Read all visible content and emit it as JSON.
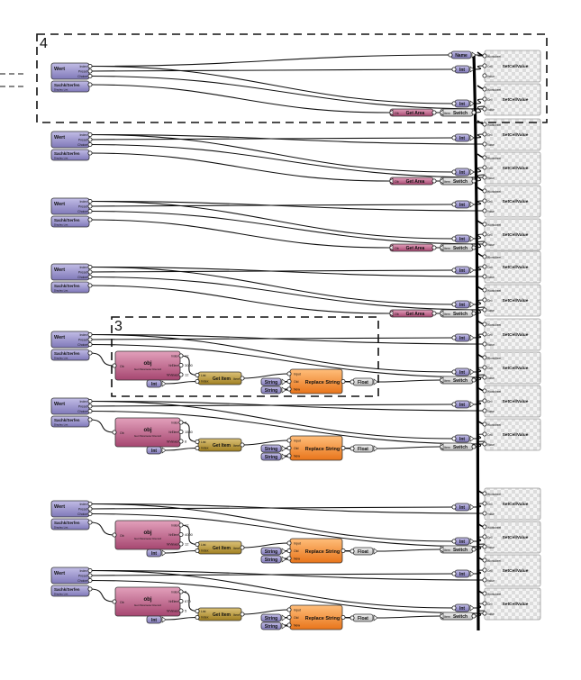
{
  "groups": [
    {
      "label": "4"
    },
    {
      "label": "3"
    }
  ],
  "labels": {
    "wert": "Wert",
    "wert_inputs": [
      "Index",
      "Preset",
      "Choice"
    ],
    "sachk": "Sachk/Serfen",
    "sachk_sub": "Display List",
    "name": "Name",
    "int": "Int",
    "get_area": "Get Area",
    "get_area_in": "Ob",
    "switch": "Switch",
    "switch_in": "Item",
    "setcell_title": "SetCellValue",
    "setcell_inputs": [
      "Worksheet",
      "Cell",
      "Value"
    ],
    "obj": "obj",
    "obj_sub": "Get Parameter Record",
    "obj_outputs": [
      "Index",
      "NrElem",
      "NrValues"
    ],
    "get_item": "Get Item",
    "get_item_in": [
      "List",
      "Index"
    ],
    "get_item_out": "Item",
    "string": "String",
    "replace_string": "Replace String",
    "replace_inputs": [
      "Input",
      "Old",
      "New"
    ],
    "float": "Float"
  },
  "colors": {
    "purple": "#9b95cc",
    "magenta": "#b8567d",
    "olive": "#b59630",
    "orange": "#f08a2c",
    "grey": "#dcdcdc"
  },
  "rows": [
    {
      "id": "r1",
      "kind": "plain",
      "area_extra": "",
      "obj_values": []
    },
    {
      "id": "r2",
      "kind": "plain",
      "area_extra": "",
      "obj_values": []
    },
    {
      "id": "r3",
      "kind": "plain",
      "area_extra": "3",
      "obj_values": []
    },
    {
      "id": "r4",
      "kind": "plain",
      "area_extra": "",
      "obj_values": []
    },
    {
      "id": "r5",
      "kind": "replace",
      "area_extra": "",
      "obj_values": [
        "12",
        "3000",
        "12"
      ]
    },
    {
      "id": "r6",
      "kind": "replace",
      "area_extra": "",
      "obj_values": [
        "8",
        "1540",
        "8"
      ]
    },
    {
      "id": "r7",
      "kind": "replace",
      "area_extra": "",
      "obj_values": [
        "12",
        "4000",
        "12"
      ]
    },
    {
      "id": "r8",
      "kind": "replace",
      "area_extra": "",
      "obj_values": [
        "5",
        "670",
        "5"
      ]
    }
  ]
}
